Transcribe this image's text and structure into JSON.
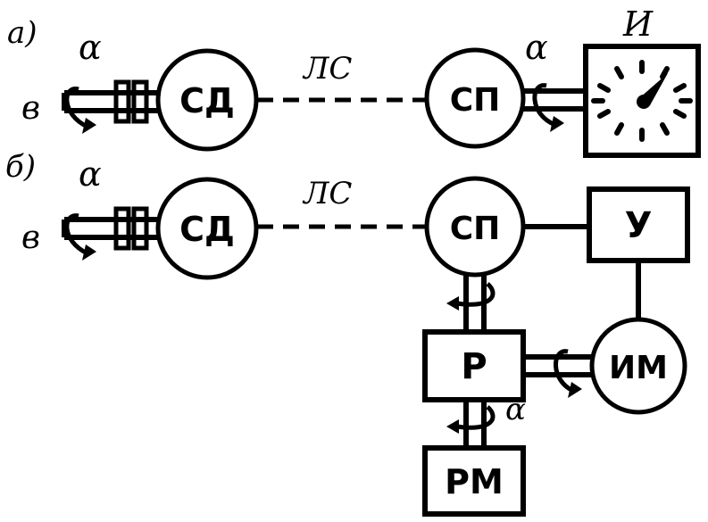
{
  "part_a": {
    "label": "а)",
    "input_label": "в",
    "angle_in": "α",
    "sensor": "СД",
    "link": "ЛС",
    "receiver": "СП",
    "angle_out": "α",
    "indicator": "И"
  },
  "part_b": {
    "label": "б)",
    "input_label": "в",
    "angle_in": "α",
    "sensor": "СД",
    "link": "ЛС",
    "receiver": "СП",
    "amplifier": "У",
    "motor": "ИМ",
    "reducer": "Р",
    "mechanism": "РМ",
    "angle_out": "α"
  }
}
